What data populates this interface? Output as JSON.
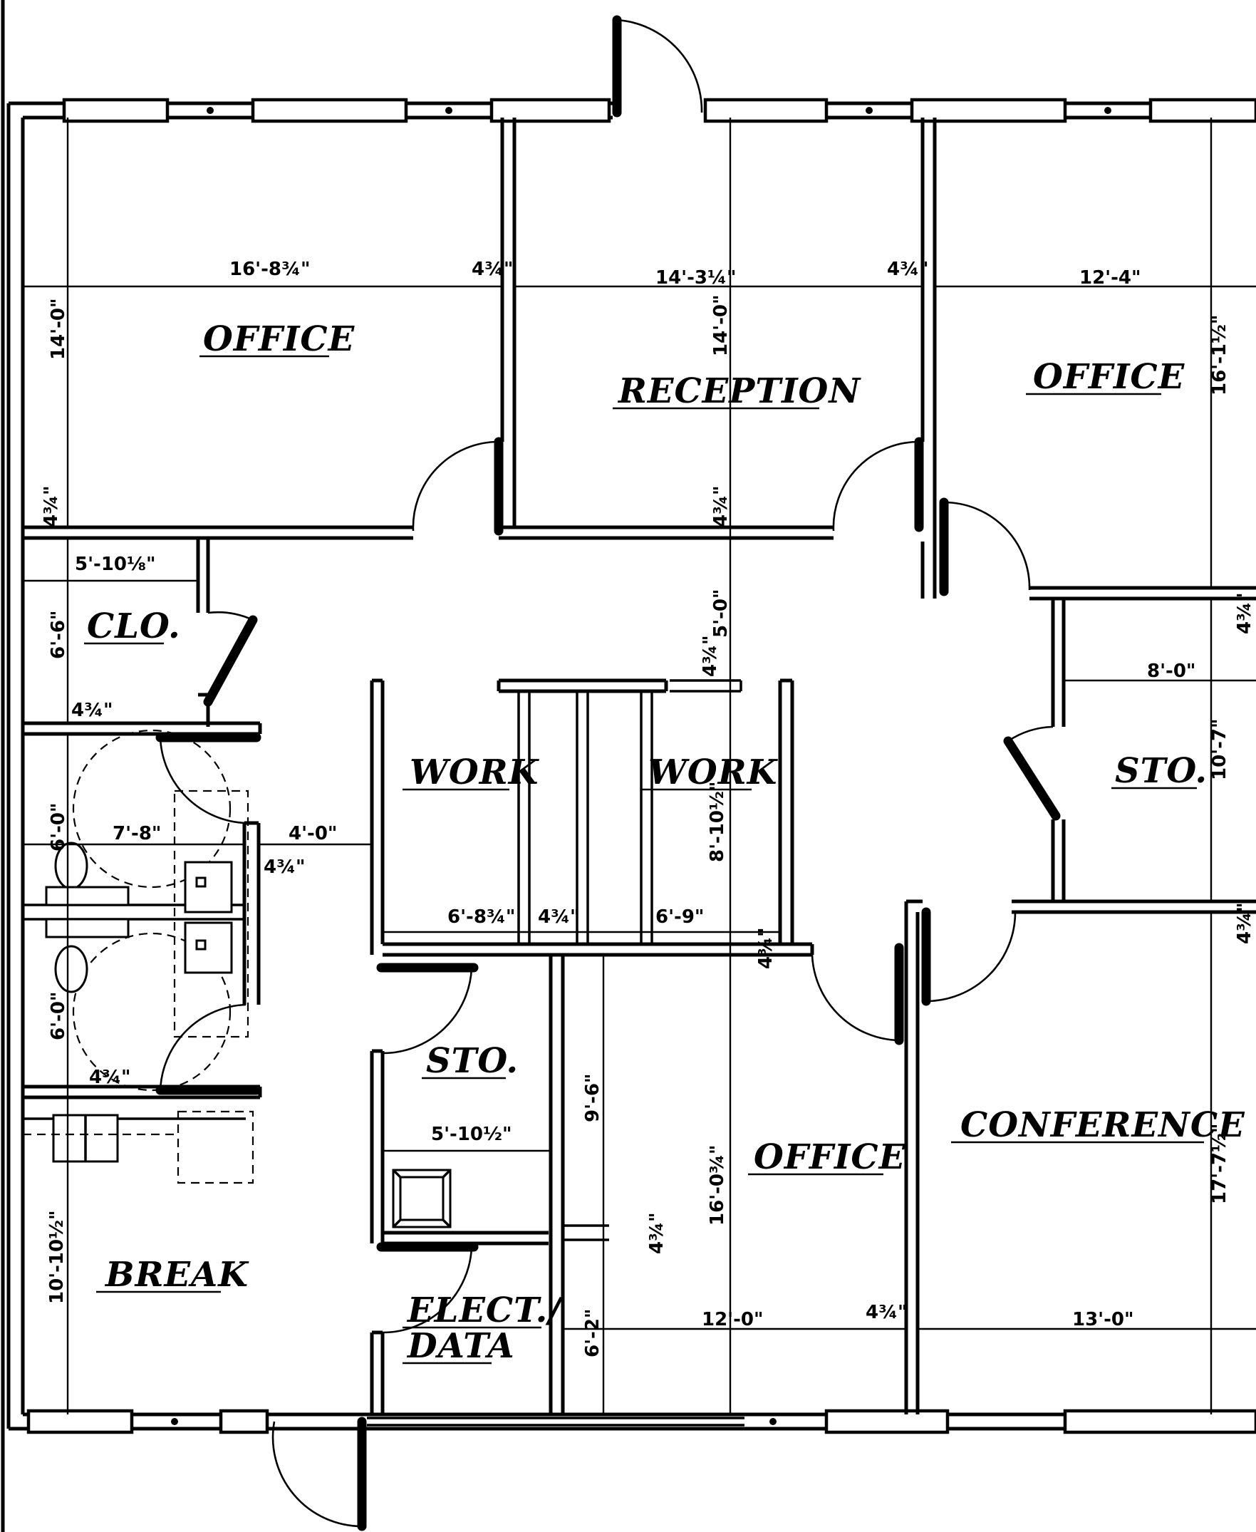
{
  "rooms": {
    "office_nw": "OFFICE",
    "reception": "RECEPTION",
    "office_ne": "OFFICE",
    "closet": "CLO.",
    "work_1": "WORK",
    "work_2": "WORK",
    "storage_east": "STO.",
    "storage_mid": "STO.",
    "office_south": "OFFICE",
    "conference": "CONFERENCE",
    "break": "BREAK",
    "elect_data_1": "ELECT./",
    "elect_data_2": "DATA"
  },
  "dimensions": {
    "office_nw_width": "16'-8¾\"",
    "office_nw_depth": "14'-0\"",
    "wall_1": "4¾\"",
    "reception_width": "14'-3¼\"",
    "reception_depth": "14'-0\"",
    "wall_2": "4¾\"",
    "office_ne_width": "12'-4\"",
    "office_ne_depth": "16'-1½\"",
    "wall_3": "4¾\"",
    "wall_4": "4¾\"",
    "closet_width": "5'-10⅛\"",
    "closet_depth": "6'-6\"",
    "wall_5": "4¾\"",
    "corridor_1": "5'-0\"",
    "wall_6": "4¾\"",
    "storage_east_width": "8'-0\"",
    "storage_east_depth": "10'-7\"",
    "restroom_width": "7'-8\"",
    "restroom_depth_1": "6'-0\"",
    "restroom_depth_2": "6'-0\"",
    "corridor_2": "4'-0\"",
    "wall_7": "4¾\"",
    "work_depth": "8'-10½\"",
    "work_1_width": "6'-8¾\"",
    "wall_8": "4¾\"",
    "work_2_width": "6'-9\"",
    "wall_9": "4¾\"",
    "wall_10": "4¾\"",
    "storage_mid_width": "5'-10½\"",
    "office_south_depth_a": "9'-6\"",
    "office_south_depth_b": "16'-0¾\"",
    "wall_11": "4¾\"",
    "conference_depth": "17'-7½\"",
    "break_depth": "10'-10½\"",
    "elect_depth": "6'-2\"",
    "office_south_width": "12'-0\"",
    "wall_12": "4¾\"",
    "conference_width": "13'-0\"",
    "wall_13": "4¾\"",
    "wall_14": "4¾\""
  }
}
